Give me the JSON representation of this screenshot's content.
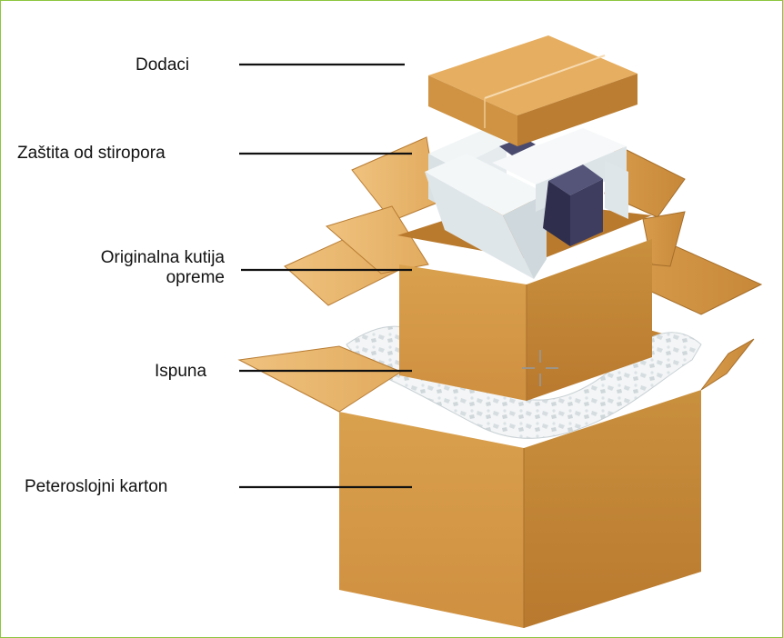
{
  "diagram": {
    "title": "Packaging layers",
    "labels": {
      "dodaci": "Dodaci",
      "zastita": "Zaštita od stiropora",
      "originalna_line1": "Originalna kutija",
      "originalna_line2": "opreme",
      "ispuna": "Ispuna",
      "peteroslojni": "Peteroslojni karton"
    },
    "colors": {
      "border": "#8cc63f",
      "cardboard_front": "#d4963f",
      "cardboard_side": "#c08232",
      "cardboard_flap": "#e6b267",
      "foam": "#e3eaec",
      "device": "#3b3a5e",
      "leader": "#111111"
    }
  }
}
